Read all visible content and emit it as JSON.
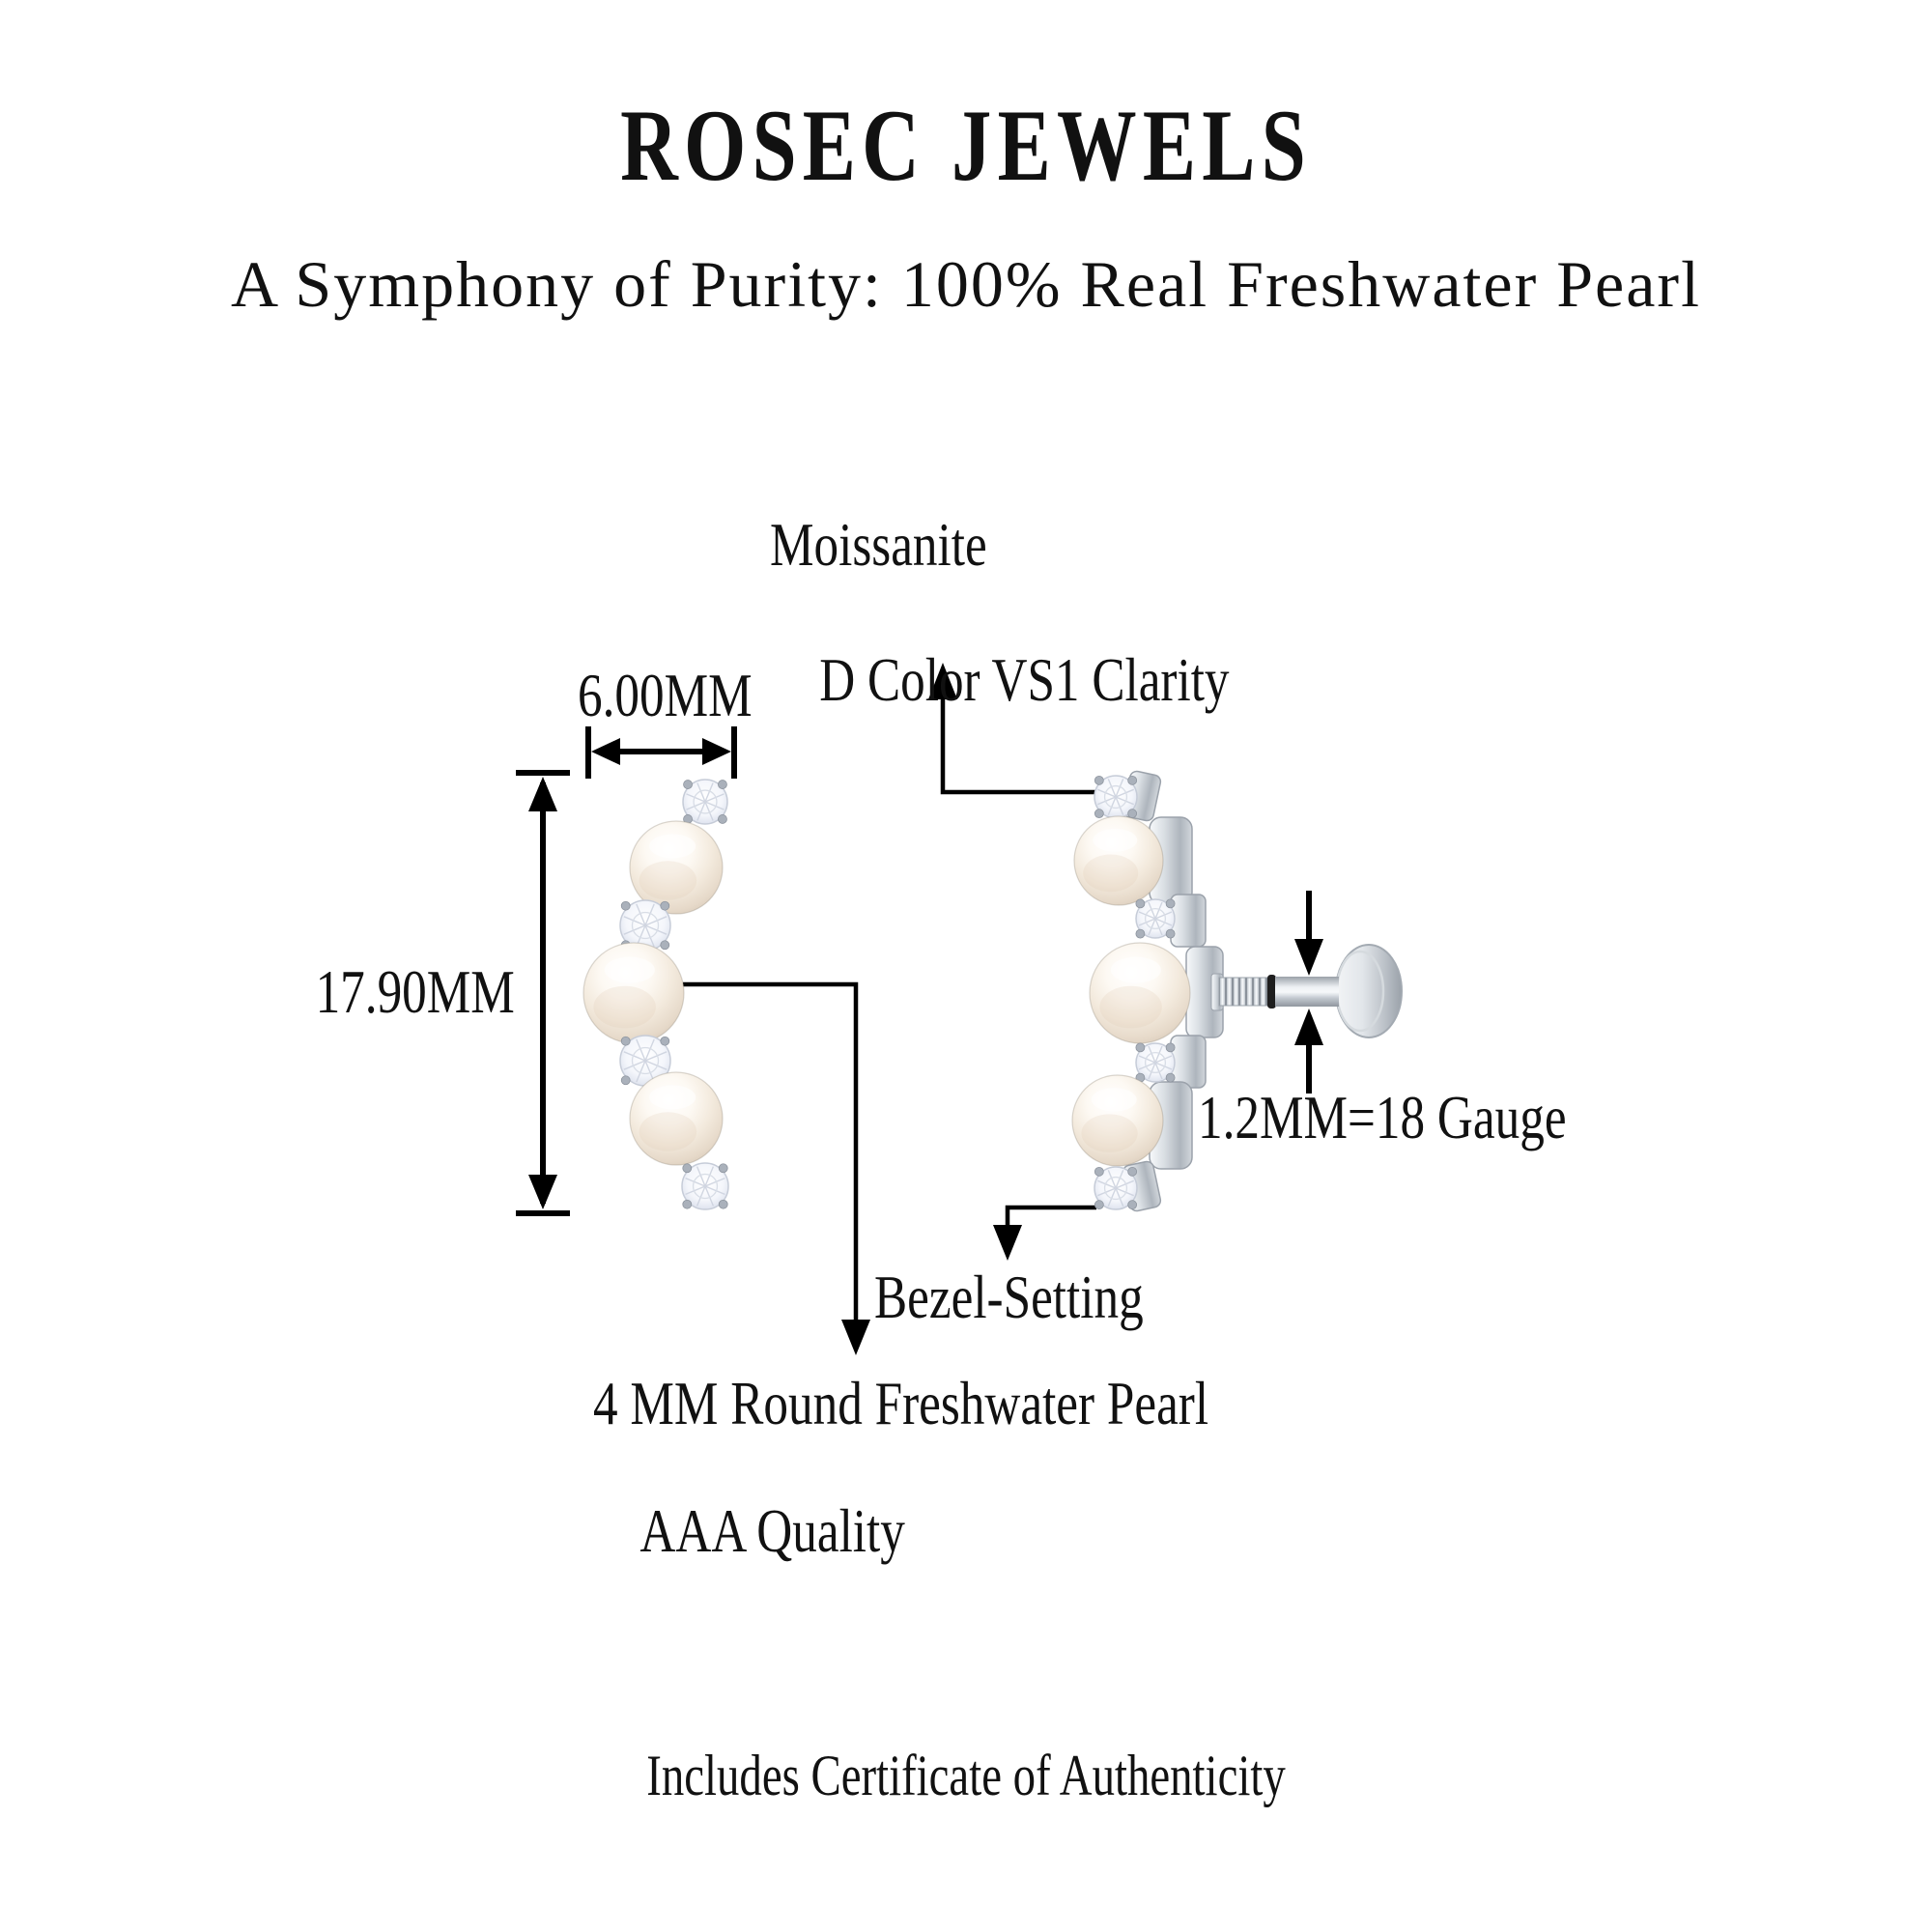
{
  "header": {
    "brand": "ROSEC JEWELS",
    "tagline": "A Symphony of Purity: 100% Real Freshwater Pearl"
  },
  "diagram": {
    "labels": {
      "moissanite": {
        "line1": "Moissanite",
        "line2": "D Color VS1 Clarity"
      },
      "width_dimension": "6.00MM",
      "height_dimension": "17.90MM",
      "gauge": "1.2MM=18 Gauge",
      "setting": "Bezel-Setting",
      "pearl": {
        "line1": "4 MM Round Freshwater Pearl",
        "line2": "AAA Quality"
      }
    },
    "colors": {
      "line": "#000000",
      "text": "#111111",
      "pearl": "#f3eadd",
      "metal": "#c3c9d0",
      "gem": "#eef1f7",
      "background": "#ffffff"
    }
  },
  "footer": {
    "note": "Includes Certificate of Authenticity"
  }
}
